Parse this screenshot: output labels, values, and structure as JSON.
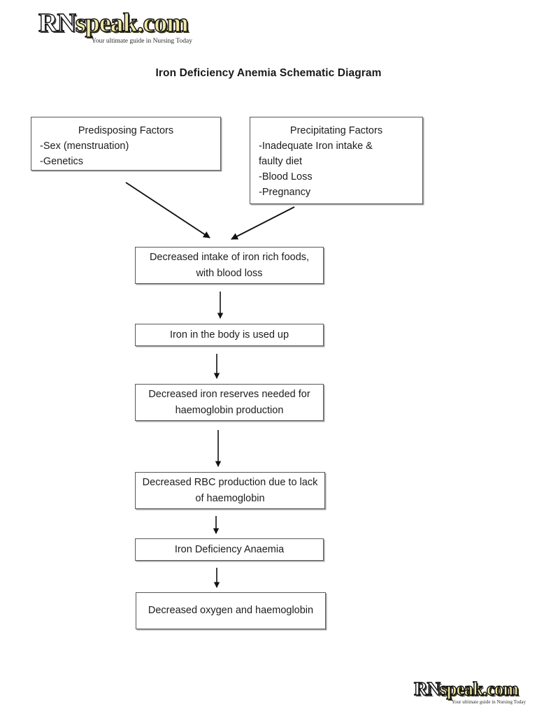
{
  "brand": {
    "wordmark_rn": "RN",
    "wordmark_speak": "speak.com",
    "tagline": "Your ultimate guide in Nursing Today"
  },
  "title": "Iron Deficiency Anemia Schematic Diagram",
  "diagram": {
    "type": "flowchart",
    "nodes": [
      {
        "id": "predisposing",
        "title": "Predisposing Factors",
        "lines": [
          "-Sex (menstruation)",
          "-Genetics"
        ]
      },
      {
        "id": "precipitating",
        "title": "Precipitating Factors",
        "lines": [
          "-Inadequate Iron intake &",
          "faulty diet",
          "-Blood Loss",
          "-Pregnancy"
        ]
      },
      {
        "id": "decreased_intake",
        "text": "Decreased intake of iron rich foods, with blood loss"
      },
      {
        "id": "iron_used_up",
        "text": "Iron in the body is used up"
      },
      {
        "id": "iron_reserves",
        "text": "Decreased iron reserves needed for haemoglobin production"
      },
      {
        "id": "rbc_production",
        "text": "Decreased RBC production due to lack of haemoglobin"
      },
      {
        "id": "ida",
        "text": "Iron Deficiency Anaemia"
      },
      {
        "id": "decreased_oxygen",
        "text": "Decreased oxygen and haemoglobin"
      }
    ],
    "edges": [
      {
        "from": "predisposing",
        "to": "decreased_intake",
        "style": "diagonal-arrow"
      },
      {
        "from": "precipitating",
        "to": "decreased_intake",
        "style": "diagonal-arrow"
      },
      {
        "from": "decreased_intake",
        "to": "iron_used_up",
        "style": "vertical-arrow"
      },
      {
        "from": "iron_used_up",
        "to": "iron_reserves",
        "style": "vertical-arrow"
      },
      {
        "from": "iron_reserves",
        "to": "rbc_production",
        "style": "vertical-arrow"
      },
      {
        "from": "rbc_production",
        "to": "ida",
        "style": "vertical-arrow"
      },
      {
        "from": "ida",
        "to": "decreased_oxygen",
        "style": "vertical-arrow"
      }
    ]
  },
  "colors": {
    "page_background": "#ffffff",
    "text": "#1c1c1c",
    "box_border": "#585858",
    "arrow": "#111111",
    "logo_yellow": "#f2eaa6",
    "logo_white": "#ffffff"
  }
}
